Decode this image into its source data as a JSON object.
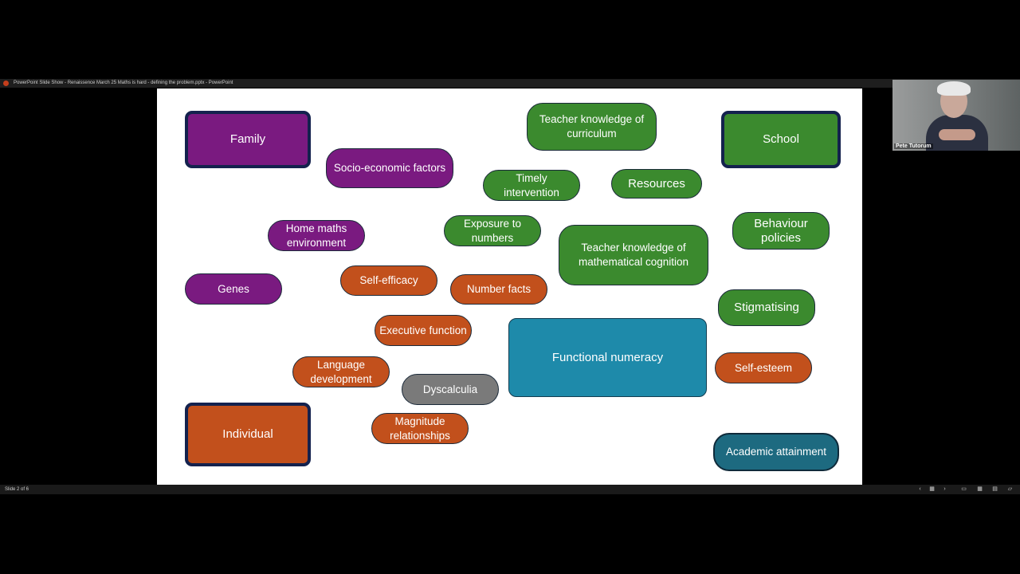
{
  "window": {
    "title": "PowerPoint Slide Show  -  Renaissence March 25 Maths is hard - defining the problem.pptx  -  PowerPoint"
  },
  "video": {
    "participant_name": "Pete Tutorum"
  },
  "slide": {
    "categories": {
      "family": "Family",
      "school": "School",
      "individual": "Individual"
    },
    "center": "Functional numeracy",
    "nodes": {
      "socio_economic": "Socio-economic factors",
      "teacher_curriculum": "Teacher knowledge of curriculum",
      "timely_intervention": "Timely intervention",
      "resources": "Resources",
      "home_maths": "Home maths environment",
      "exposure": "Exposure to numbers",
      "teacher_cognition": "Teacher knowledge of mathematical cognition",
      "behaviour": "Behaviour policies",
      "genes": "Genes",
      "self_efficacy": "Self-efficacy",
      "number_facts": "Number facts",
      "stigmatising": "Stigmatising",
      "executive_function": "Executive function",
      "language": "Language development",
      "dyscalculia": "Dyscalculia",
      "self_esteem": "Self-esteem",
      "magnitude": "Magnitude relationships",
      "academic": "Academic attainment"
    }
  },
  "status": {
    "slide_counter": "Slide 2 of 6",
    "icons": [
      "prev-icon",
      "grid-view-icon",
      "next-icon",
      "normal-view-icon",
      "slide-sorter-icon",
      "reading-view-icon",
      "slideshow-icon"
    ]
  }
}
